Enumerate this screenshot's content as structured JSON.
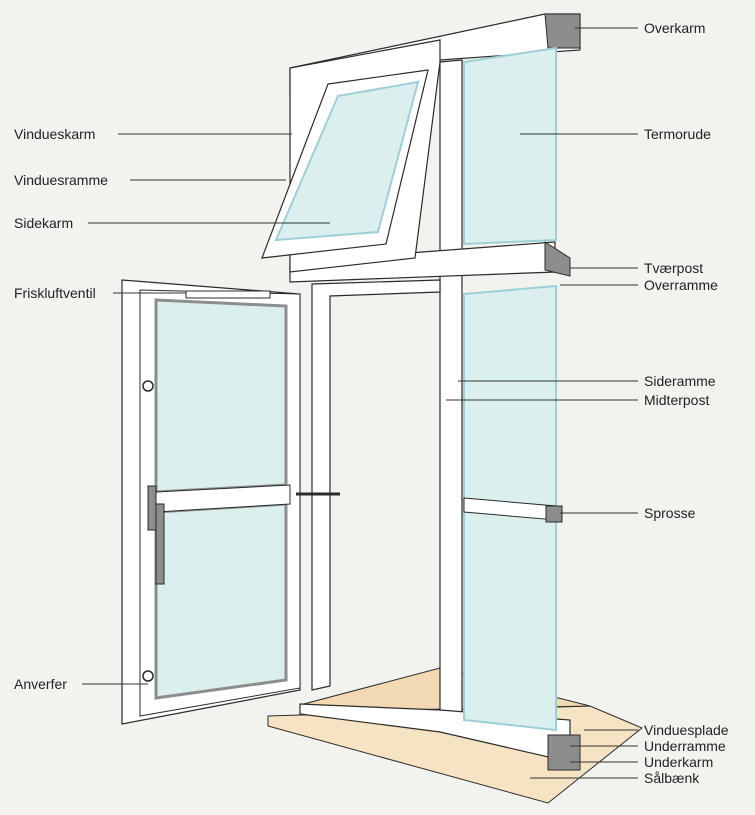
{
  "labels_left": {
    "vindueskarm": "Vindueskarm",
    "vinduesramme": "Vinduesramme",
    "sidekarm": "Sidekarm",
    "friskluftventil": "Friskluftventil",
    "anverfer": "Anverfer"
  },
  "labels_right": {
    "overkarm": "Overkarm",
    "termorude": "Termorude",
    "taevaerpost": "Tværpost",
    "overramme": "Overramme",
    "sideramme": "Sideramme",
    "midterpost": "Midterpost",
    "sprosse": "Sprosse",
    "vinduesplade": "Vinduesplade",
    "underramme": "Underramme",
    "underkarm": "Underkarm",
    "salbaenk": "Sålbænk"
  },
  "colors": {
    "frame": "#ffffff",
    "outline": "#2b2b2b",
    "glass": "#dcefef",
    "glass_edge": "#9fcfd6",
    "shadow": "#8d8d8d",
    "sill": "#f6e3c4",
    "leader": "#333333"
  }
}
